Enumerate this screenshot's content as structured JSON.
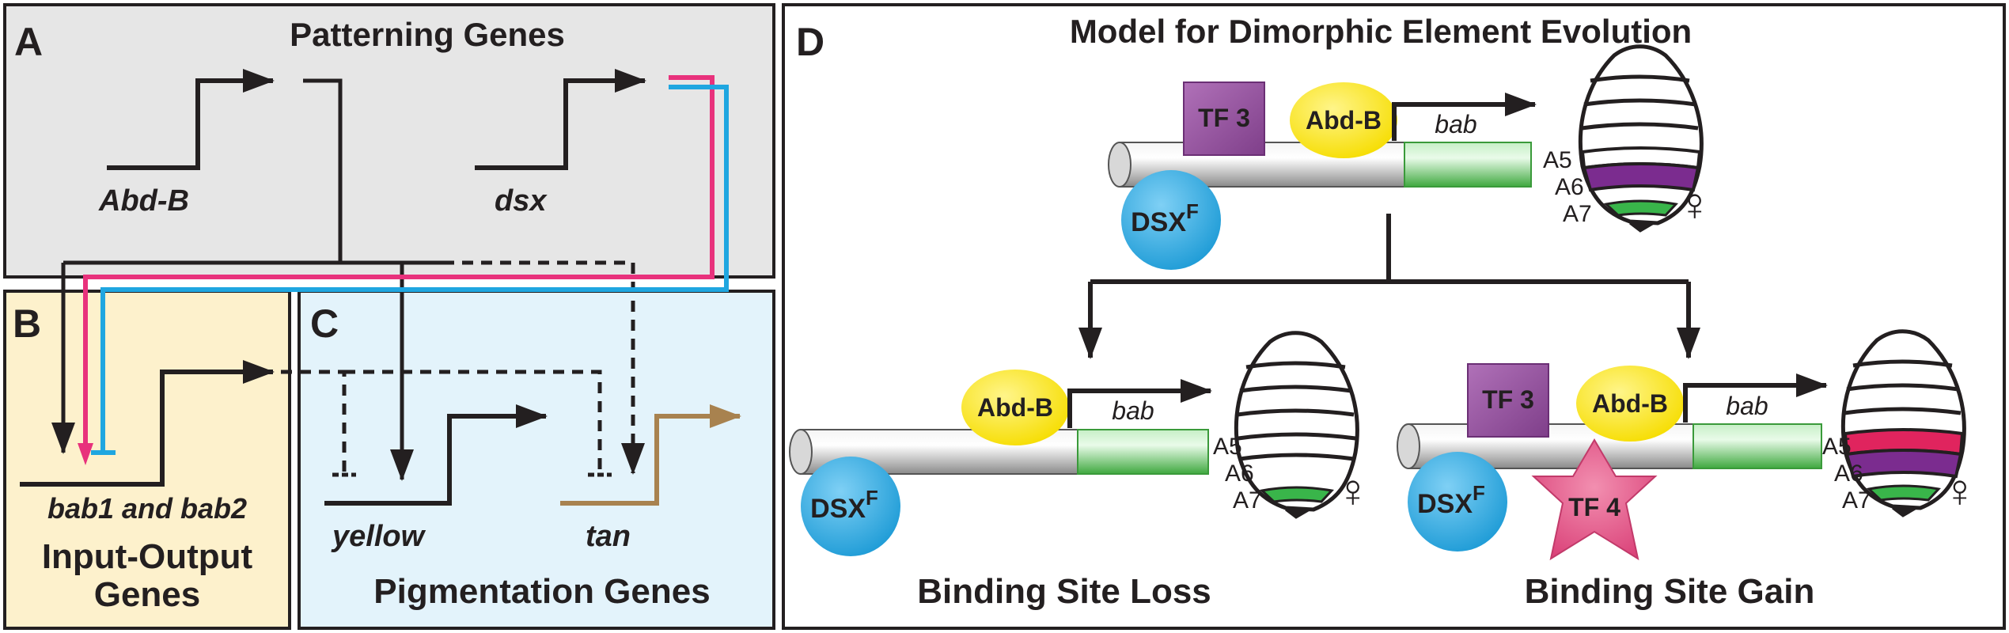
{
  "panels": {
    "a": {
      "letter": "A",
      "title": "Patterning Genes",
      "gene1": "Abd-B",
      "gene2": "dsx"
    },
    "b": {
      "letter": "B",
      "gene": "bab1 and bab2",
      "title_line1": "Input-Output",
      "title_line2": "Genes"
    },
    "c": {
      "letter": "C",
      "gene1": "yellow",
      "gene2": "tan",
      "title": "Pigmentation Genes"
    },
    "d": {
      "letter": "D",
      "title": "Model for Dimorphic Element Evolution",
      "tf3": "TF 3",
      "tf4": "TF 4",
      "abdb": "Abd-B",
      "dsx_main": "DSX",
      "dsx_sup": "F",
      "bab": "bab",
      "segments": [
        "A5",
        "A6",
        "A7"
      ],
      "female_symbol": "♀",
      "loss_label": "Binding Site Loss",
      "gain_label": "Binding Site Gain"
    }
  },
  "colors": {
    "panel_a_bg": "#e6e6e6",
    "panel_b_bg": "#fdf1cc",
    "panel_c_bg": "#e3f3fb",
    "pink_line": "#e8327c",
    "blue_line": "#1fa6e0",
    "tan_gene": "#a8824f",
    "tf3_purple": "#9b52a0",
    "abdb_yellow": "#ffec1a",
    "dsx_blue": "#3cb4ea",
    "tf4_pink": "#e85c8c",
    "enhancer_green": "#5cc55c",
    "segment_purple": "#7b2c8f",
    "segment_green": "#39b54a",
    "segment_magenta": "#e0245e"
  }
}
